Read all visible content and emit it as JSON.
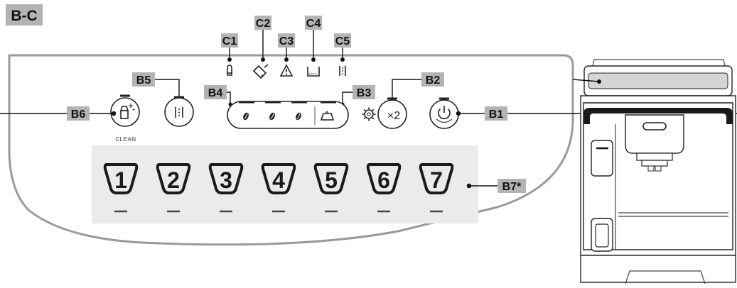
{
  "title": "B-C",
  "callouts": {
    "c1": "C1",
    "c2": "C2",
    "c3": "C3",
    "c4": "C4",
    "c5": "C5",
    "b1": "B1",
    "b2": "B2",
    "b3": "B3",
    "b4": "B4",
    "b5": "B5",
    "b6": "B6",
    "b7": "B7*"
  },
  "buttons": {
    "clean_label": "CLEAN",
    "double_label": "×2"
  },
  "cups": [
    "1",
    "2",
    "3",
    "4",
    "5",
    "6",
    "7"
  ],
  "colors": {
    "label_bg": "#b3b3b3",
    "panel_outline": "#9a9a9a",
    "cup_area": "#ebebeb"
  },
  "icons": {
    "c1": "filter-cartridge-icon",
    "c2": "descale-icon",
    "c3": "warning-icon",
    "c4": "water-tank-icon",
    "c5": "grounds-container-icon",
    "b1": "power-icon",
    "b2": "gear-icon",
    "b3": "milk-jug-icon",
    "b4": "coffee-bean-icon",
    "b5": "grounds-container-icon",
    "b6": "cleaning-icon"
  }
}
